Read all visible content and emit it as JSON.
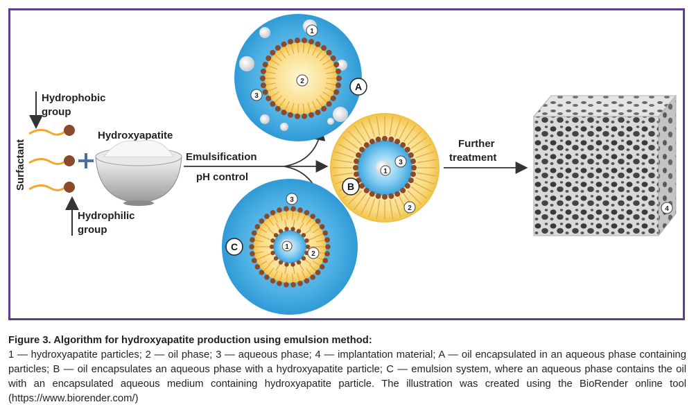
{
  "labels": {
    "hydrophobic_line1": "Hydrophobic",
    "hydrophobic_line2": "group",
    "hydrophilic_line1": "Hydrophilic",
    "hydrophilic_line2": "group",
    "surfactant": "Surfactant",
    "hydroxyapatite": "Hydroxyapatite",
    "emulsification": "Emulsification",
    "ph_control": "pH control",
    "further_line1": "Further",
    "further_line2": "treatment"
  },
  "markers": {
    "n1": "1",
    "n2": "2",
    "n3": "3",
    "n4": "4",
    "A": "A",
    "B": "B",
    "C": "C"
  },
  "colors": {
    "frame": "#5b3f8f",
    "aqueous": "#3fa8de",
    "oil": "#f7d77a",
    "surfactant_head": "#8b4a2b",
    "arrow": "#333333"
  },
  "caption": {
    "title": "Figure 3. Algorithm for hydroxyapatite production using emulsion method:",
    "body": "1 — hydroxyapatite particles; 2 — oil phase; 3 — aqueous phase; 4 — implantation material; A — oil encapsulated in an aqueous phase containing particles; B — oil encapsulates an aqueous phase with a hydroxyapatite particle; C — emulsion system, where an aqueous phase contains the oil with an encapsulated aqueous medium containing hydroxyapatite particle. The illustration was created using the BioRender online tool (https://www.biorender.com/)"
  }
}
